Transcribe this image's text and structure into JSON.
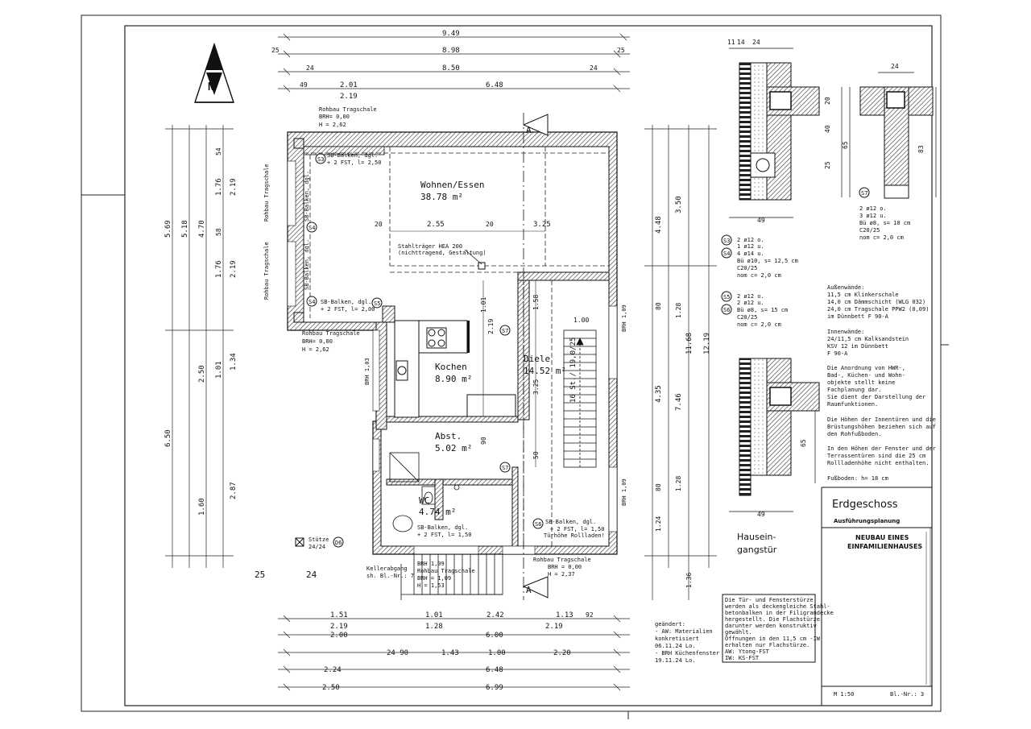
{
  "dims": {
    "top_total": "9.49",
    "top_row2": "8.98",
    "top_row3": "8.50",
    "top_25a": "25",
    "top_25b": "25",
    "top_24a": "24",
    "top_24b": "24",
    "top_49": "49",
    "top_201": "2.01",
    "top_648": "6.48",
    "top_219": "2.19",
    "left_569": "5.69",
    "left_518": "5.18",
    "left_470": "4.70",
    "left_176a": "1.76",
    "left_176b": "1.76",
    "left_219a": "2.19",
    "left_219b": "2.19",
    "left_58": "58",
    "left_54": "54",
    "left_650": "6.50",
    "left_250": "2.50",
    "left_101": "1.01",
    "left_134": "1.34",
    "left_287": "2.87",
    "left_160": "1.60",
    "right_448": "4.48",
    "right_350": "3.50",
    "right_1168": "11.68",
    "right_1219": "12.19",
    "right_746": "7.46",
    "right_128a": "1.28",
    "right_128b": "1.28",
    "right_80a": "80",
    "right_80b": "80",
    "right_124": "1.24",
    "right_136": "1.36",
    "right_435": "4.35",
    "bot_151": "1.51",
    "bot_101": "1.01",
    "bot_242": "2.42",
    "bot_113": "1.13",
    "bot_92": "92",
    "bot_219a": "2.19",
    "bot_128": "1.28",
    "bot_219b": "2.19",
    "bot_200": "2.00",
    "bot_600": "6.00",
    "bot_143": "1.43",
    "bot_100": "1.00",
    "bot_220": "2.20",
    "bot_2490": "24 90",
    "bot_224": "2.24",
    "bot_648": "6.48",
    "bot_250": "2.50",
    "bot_699": "6.99",
    "in_255": "2.55",
    "in_20": "20",
    "in_325": "3.25",
    "in_20b": "20",
    "in_158": "1.58",
    "in_325b": "3.25",
    "in_219": "2.19",
    "in_101": "1.01",
    "in_50": "50",
    "in_90": "90",
    "in_100": "1.00",
    "in_25_5": "25",
    "in_24": "24"
  },
  "rooms": {
    "wohnen_name": "Wohnen/Essen",
    "wohnen_area": "38.78 m²",
    "kochen_name": "Kochen",
    "kochen_area": "8.90 m²",
    "diele_name": "Diele",
    "diele_area": "14.52 m²",
    "abst_name": "Abst.",
    "abst_area": "5.02 m²",
    "wc_name": "WC",
    "wc_area": "4.74 m²",
    "stair_text": "16 St./ 19,0/25"
  },
  "annotations": {
    "rohbau_top": "Rohbau Tragschale",
    "brh_000": "BRH= 0,00",
    "h_262": "H    = 2,62",
    "sb_balken_s3": "SB-Balken, dgl.",
    "fst_250": "+ 2 FST, l= 2,50",
    "sb_balken_s5": "SB-Balken, dgl.",
    "fst_200": "+ 2 FST, l= 2,00",
    "rohbau_mid": "Rohbau Tragschale",
    "brh_000b": "BRH= 0,00",
    "h_262b": "H    = 2,62",
    "stahltraeger": "Stahlträger HEA 200",
    "stahltraeger2": "(nichttragend, Gestaltung)",
    "sb_balken_s6": "SB-Balken, dgl.",
    "fst_150": "+ 2 FST, l= 1,50",
    "sb_balken_wc": "SB-Balken, dgl.",
    "fst_150b": "+ 2 FST, l= 1,50",
    "tuerhohe": "Türhöhe Rollladen!",
    "rohbau_bottom": "Rohbau Tragschale",
    "brh_bottom": "BRH = 0,00",
    "h_237": "H    = 2,37",
    "brh_109": "BRH 1,09",
    "rohbau_kg": "Rohbau Tragschale",
    "brh_109b": "BRH = 1,09",
    "h_153": "H    = 1,53",
    "kellerabgang": "Kellerabgang",
    "kellerabgang2": "sh. Bl.-Nr.: 7",
    "stuetze": "Stütze",
    "stuetze2": "24/24",
    "brh_103": "BRH 1,03",
    "brh_109r": "BRH 1,09",
    "brh_109r2": "BRH 1,09",
    "rohbau_left1": "Rohbau Tragschale",
    "rohbau_left2": "Rohbau Tragschale",
    "sb_left1": "SB-Balken, dgl.",
    "sb_left2": "SB-Balken, dgl.",
    "label_s3": "S3",
    "label_s4a": "S4",
    "label_s4b": "S4",
    "label_s5": "S5",
    "label_s6": "S6",
    "label_s7a": "S7",
    "label_s7b": "S7",
    "label_d6": "D6",
    "section_a": "A"
  },
  "details": {
    "d1_115": "11",
    "d1_14": "14",
    "d1_24": "24",
    "d1_20": "20",
    "d1_40": "40",
    "d1_65": "65",
    "d1_25": "25",
    "d1_495": "49",
    "d2_24": "24",
    "d2_83": "83",
    "d3_65": "65",
    "d3_495": "49",
    "d3_label": "Hausein-",
    "d3_label2": "gangstür",
    "s7": "S7",
    "s7_1": "2 ø12 o.",
    "s7_2": "3 ø12 u.",
    "s7_3": "Bü ø8, s= 10 cm",
    "s7_4": "C20/25",
    "s7_5": "nom c= 2,0 cm",
    "s3": "S3",
    "s4": "S4",
    "s34_1": "2 ø12 o.",
    "s34_2": "1 ø12 u.",
    "s34_3": "4 ø14 u.",
    "s34_4": "Bü ø10, s= 12,5 cm",
    "s34_5": "C20/25",
    "s34_6": "nom c= 2,0 cm",
    "s5": "S5",
    "s6": "S6",
    "s56_1": "2 ø12 o.",
    "s56_2": "2 ø12 u.",
    "s56_3": "Bü ø8, s= 15 cm",
    "s56_4": "C20/25",
    "s56_5": "nom c= 2,0 cm"
  },
  "notes": {
    "aussen": [
      "Außenwände:",
      "11,5 cm Klinkerschale",
      "14,0 cm Dämmschicht (WLG 032)",
      "24,0 cm Tragschale PPW2 (0,09)",
      "        im Dünnbett F 90-A"
    ],
    "innen": [
      "Innenwände:",
      "24/11,5 cm Kalksandstein",
      "KSV 12 im Dünnbett",
      "F 90-A"
    ],
    "anordnung": [
      "Die Anordnung von HWR-,",
      "Bad-, Küchen- und Wohn-",
      "objekte stellt keine",
      "Fachplanung dar.",
      "Sie dient der Darstellung der",
      "Raumfunktionen."
    ],
    "hoehen": [
      "Die Höhen der Innentüren und die",
      "Brüstungshöhen beziehen sich auf",
      "den Rohfußboden."
    ],
    "fenster": [
      "In den Höhen der Fenster und der",
      "Terrassentüren sind die 25 cm",
      "Rollladenhöhe nicht enthalten."
    ],
    "fussboden": "Fußboden: h= 18 cm",
    "stuerze": [
      "Die Tür- und Fensterstürze",
      "werden als deckengleiche Stahl-",
      "betonbalken in der Filigrandecke",
      "hergestellt. Die Flachstürze",
      "darunter werden konstruktiv",
      "gewählt.",
      "Öffnungen in den 11,5 cm -IW",
      "erhalten nur Flachstürze.",
      "AW: Ytong-FST",
      "IW: KS-FST"
    ],
    "geaendert": [
      "geändert:",
      "- AW: Materialien",
      "  konkretisiert",
      "  06.11.24 Lo.",
      "- BRH Küchenfenster",
      "  19.11.24 Lo."
    ]
  },
  "title_block": {
    "title": "Erdgeschoss",
    "subtitle": "Ausführungsplanung",
    "project1": "NEUBAU EINES",
    "project2": "EINFAMILIENHAUSES",
    "scale": "M 1:50",
    "sheet": "Bl.-Nr.: 3"
  }
}
